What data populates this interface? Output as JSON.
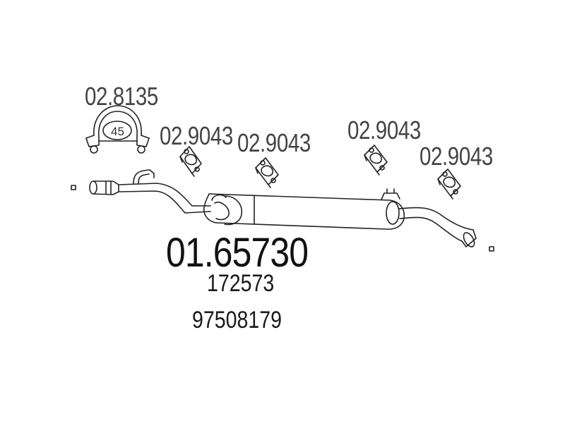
{
  "colors": {
    "line": "#222222",
    "text": "#444444",
    "background": "#ffffff"
  },
  "labels": {
    "clamp": "02.8135",
    "clamp_size": "45",
    "gasket_1": "02.9043",
    "gasket_2": "02.9043",
    "gasket_3": "02.9043",
    "gasket_4": "02.9043"
  },
  "part": {
    "number": "01.65730",
    "ref_1": "172573",
    "ref_2": "97508179"
  }
}
